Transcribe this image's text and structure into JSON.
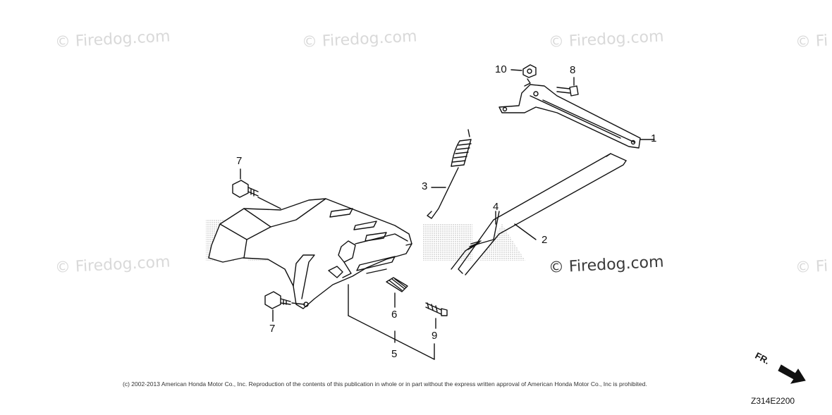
{
  "watermark_text": "© Firedog.com",
  "watermark_partial": "© Fi",
  "callouts": {
    "c1": "1",
    "c2": "2",
    "c3": "3",
    "c4": "4",
    "c5": "5",
    "c6": "6",
    "c7a": "7",
    "c7b": "7",
    "c8": "8",
    "c9": "9",
    "c10": "10"
  },
  "copyright": "(c) 2002-2013 American Honda Motor Co., Inc. Reproduction of the contents of this publication in whole or in part without the express written approval of American Honda Motor Co., Inc is prohibited.",
  "diagram_code": "Z314E2200",
  "direction_label": "FR.",
  "colors": {
    "line": "#111111",
    "watermark": "#d9d9d9",
    "stipple": "#b0b0b0"
  }
}
